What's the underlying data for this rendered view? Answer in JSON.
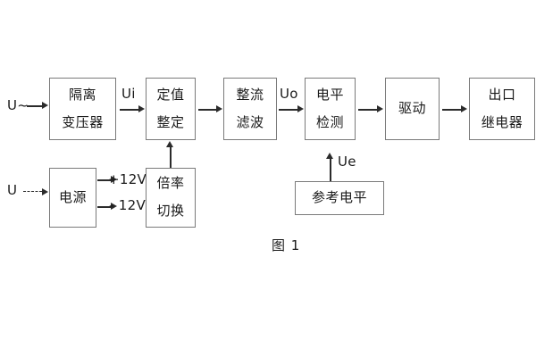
{
  "figure": {
    "caption": "图 1",
    "background_color": "#ffffff",
    "box_border_color": "#7a7a7a",
    "line_color": "#2b2b2b",
    "text_color": "#1a1a1a"
  },
  "signal_chain": {
    "input_label": "U~",
    "blocks": [
      {
        "id": "isolation-transformer",
        "lines": [
          "隔离",
          "变压器"
        ]
      },
      {
        "id": "setting-value",
        "lines": [
          "定值",
          "整定"
        ]
      },
      {
        "id": "rectifier-filter",
        "lines": [
          "整流",
          "滤波"
        ]
      },
      {
        "id": "level-detection",
        "lines": [
          "电平",
          "检测"
        ]
      },
      {
        "id": "drive",
        "lines": [
          "驱动"
        ]
      },
      {
        "id": "output-relay",
        "lines": [
          "出口",
          "继电器"
        ]
      }
    ],
    "signal_labels": {
      "ui": "Ui",
      "uo": "Uo",
      "ue": "Ue"
    }
  },
  "power_section": {
    "input_label": "U",
    "supply_block": {
      "id": "power-supply",
      "lines": [
        "电源"
      ]
    },
    "rails": [
      {
        "id": "rail-positive",
        "label": "+12V"
      },
      {
        "id": "rail-negative",
        "label": "- 12V"
      }
    ],
    "multiplier_block": {
      "id": "multiplier-switch",
      "lines": [
        "倍率",
        "切换"
      ]
    }
  },
  "reference_section": {
    "block": {
      "id": "reference-level",
      "lines": [
        "参考电平"
      ]
    }
  }
}
